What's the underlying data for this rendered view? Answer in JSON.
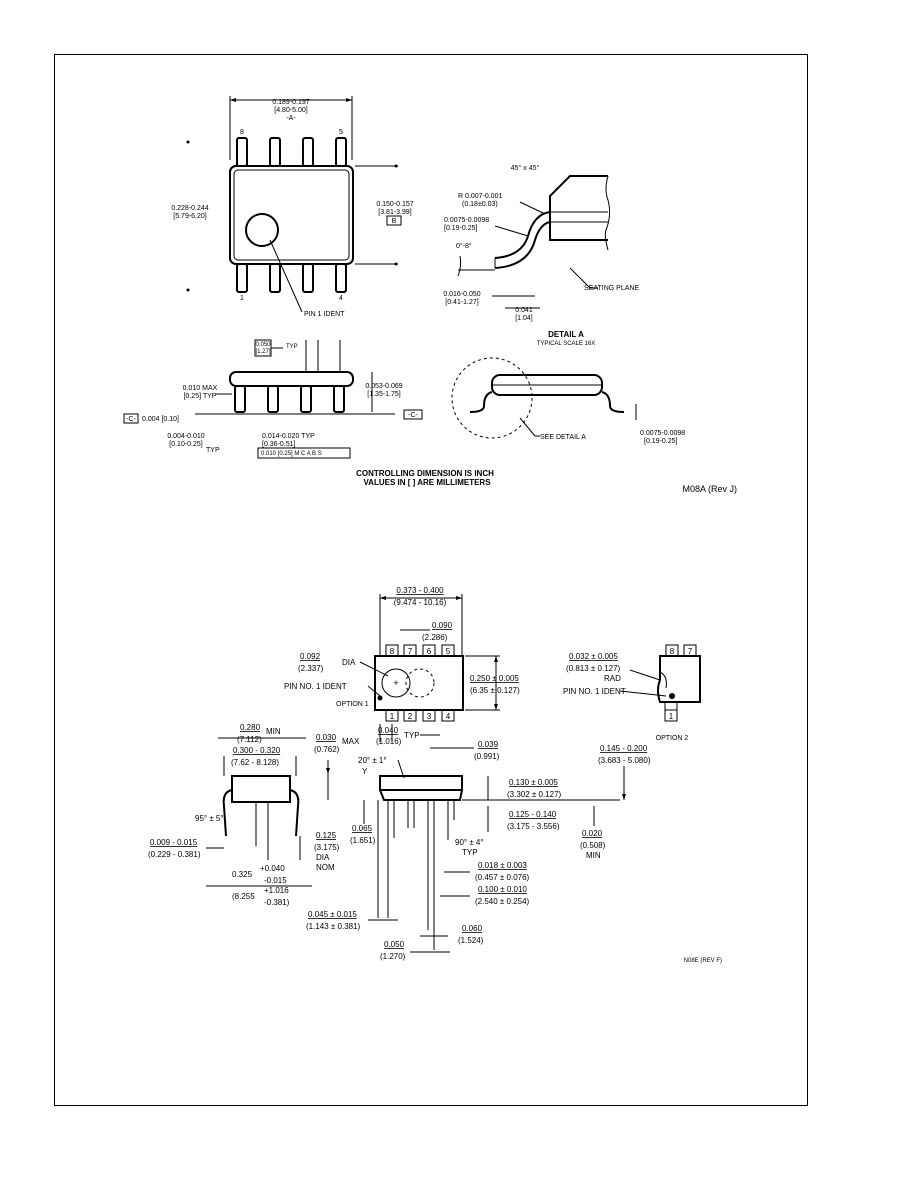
{
  "soic": {
    "top_view": {
      "width_dim": "0.189-0.197",
      "width_dim_mm": "[4.80-5.00]",
      "datum_a": "-A-",
      "left_dim": "0.228-0.244",
      "left_dim_mm": "[5.79-6.20]",
      "right_dim": "0.150-0.157",
      "right_dim_mm": "[3.81-3.99]",
      "datum_b": "B",
      "pin_top_left": "8",
      "pin_top_right": "5",
      "pin_bottom_left": "1",
      "pin_bottom_right": "4",
      "pin_ident": "PIN 1 IDENT"
    },
    "detail": {
      "angle_top": "45° x 45°",
      "radius_dim": "R 0.007-0.001",
      "radius_dim_mm": "(0.18±0.03)",
      "thickness_dim": "0.0075-0.0098",
      "thickness_dim_mm": "[0.19-0.25]",
      "angle": "0°-8°",
      "foot_dim": "0.016-0.050",
      "foot_dim_mm": "[0.41-1.27]",
      "pitch_dim": "0.041",
      "pitch_dim_mm": "[1.04]",
      "seating_plane": "SEATING PLANE",
      "title": "DETAIL A",
      "subtitle": "TYPICAL SCALE 16X"
    },
    "side_view": {
      "pitch_box": "0.050",
      "pitch_box_mm": "[1.27]",
      "typ": "TYP",
      "height_left": "0.010 MAX",
      "height_left_mm": "[0.25] TYP",
      "coplanarity": "0.004 [0.10]",
      "standoff": "0.004-0.010",
      "standoff_mm": "[0.10-0.25]",
      "standoff_note": "TYP",
      "lead_dim": "0.014-0.020 TYP",
      "lead_dim_mm": "[0.36-0.51]",
      "tolerance": "0.010 [0.25] M C A B S",
      "height_right": "0.053-0.069",
      "height_right_mm": "[1.35-1.75]",
      "datum_c": "-C-",
      "see_detail": "SEE DETAIL A",
      "end_dim": "0.0075-0.0098",
      "end_dim_mm": "[0.19-0.25]"
    },
    "note_line1": "CONTROLLING DIMENSION IS INCH",
    "note_line2": "VALUES IN [ ] ARE MILLIMETERS",
    "package_code": "M08A (Rev J)"
  },
  "dip": {
    "top_width": "0.373 - 0.400",
    "top_width_mm": "(9.474 - 10.16)",
    "dim_090": "0.090",
    "dim_090_mm": "(2.286)",
    "dia_092": "0.092",
    "dia_092_mm": "(2.337)",
    "dia_label": "DIA",
    "pin_ident": "PIN NO. 1 IDENT",
    "option1": "OPTION 1",
    "height": "0.250 ± 0.005",
    "height_mm": "(6.35 ± 0.127)",
    "pins_top": [
      "8",
      "7",
      "6",
      "5"
    ],
    "pins_bottom": [
      "1",
      "2",
      "3",
      "4"
    ],
    "dim_040": "0.040",
    "dim_040_mm": "(1.016)",
    "typ": "TYP",
    "dim_039": "0.039",
    "dim_039_mm": "(0.991)",
    "opt2_rad": "0.032 ± 0.005",
    "opt2_rad_mm": "(0.813 ± 0.127)",
    "opt2_rad_label": "RAD",
    "opt2_pin_ident": "PIN NO. 1 IDENT",
    "opt2_pins": [
      "8",
      "7"
    ],
    "opt2_pin1": "1",
    "option2": "OPTION 2",
    "end_280": "0.280",
    "end_280_min": "MIN",
    "end_280_mm": "(7.112)",
    "end_300": "0.300 - 0.320",
    "end_300_mm": "(7.62 - 8.128)",
    "max_030": "0.030",
    "max_030_label": "MAX",
    "max_030_mm": "(0.762)",
    "angle_95": "95° ± 5°",
    "lead_009": "0.009 - 0.015",
    "lead_009_mm": "(0.229 - 0.381)",
    "dia_125": "0.125",
    "dia_125_mm": "(3.175)",
    "dia_125_label1": "DIA",
    "dia_125_label2": "NOM",
    "span_325": "0.325",
    "span_325_top": "+0.040",
    "span_325_bot": "-0.015",
    "span_325_mm": "(8.255",
    "span_325_mm_top": "+1.016",
    "span_325_mm_bot": "-0.381)",
    "angle_20": "20° ± 1°",
    "dim_065": "0.065",
    "dim_065_mm": "(1.651)",
    "dim_130": "0.130 ± 0.005",
    "dim_130_mm": "(3.302 ± 0.127)",
    "dim_125_140": "0.125 - 0.140",
    "dim_125_140_mm": "(3.175 - 3.556)",
    "dim_145_200": "0.145 - 0.200",
    "dim_145_200_mm": "(3.683 - 5.080)",
    "dim_020": "0.020",
    "dim_020_mm": "(0.508)",
    "dim_020_min": "MIN",
    "angle_90": "90° ± 4°",
    "angle_90_typ": "TYP",
    "dim_018": "0.018 ± 0.003",
    "dim_018_mm": "(0.457 ± 0.076)",
    "dim_100": "0.100 ± 0.010",
    "dim_100_mm": "(2.540 ± 0.254)",
    "dim_045": "0.045 ± 0.015",
    "dim_045_mm": "(1.143 ± 0.381)",
    "dim_060": "0.060",
    "dim_060_mm": "(1.524)",
    "dim_050": "0.050",
    "dim_050_mm": "(1.270)",
    "code": "N08E (REV F)"
  }
}
